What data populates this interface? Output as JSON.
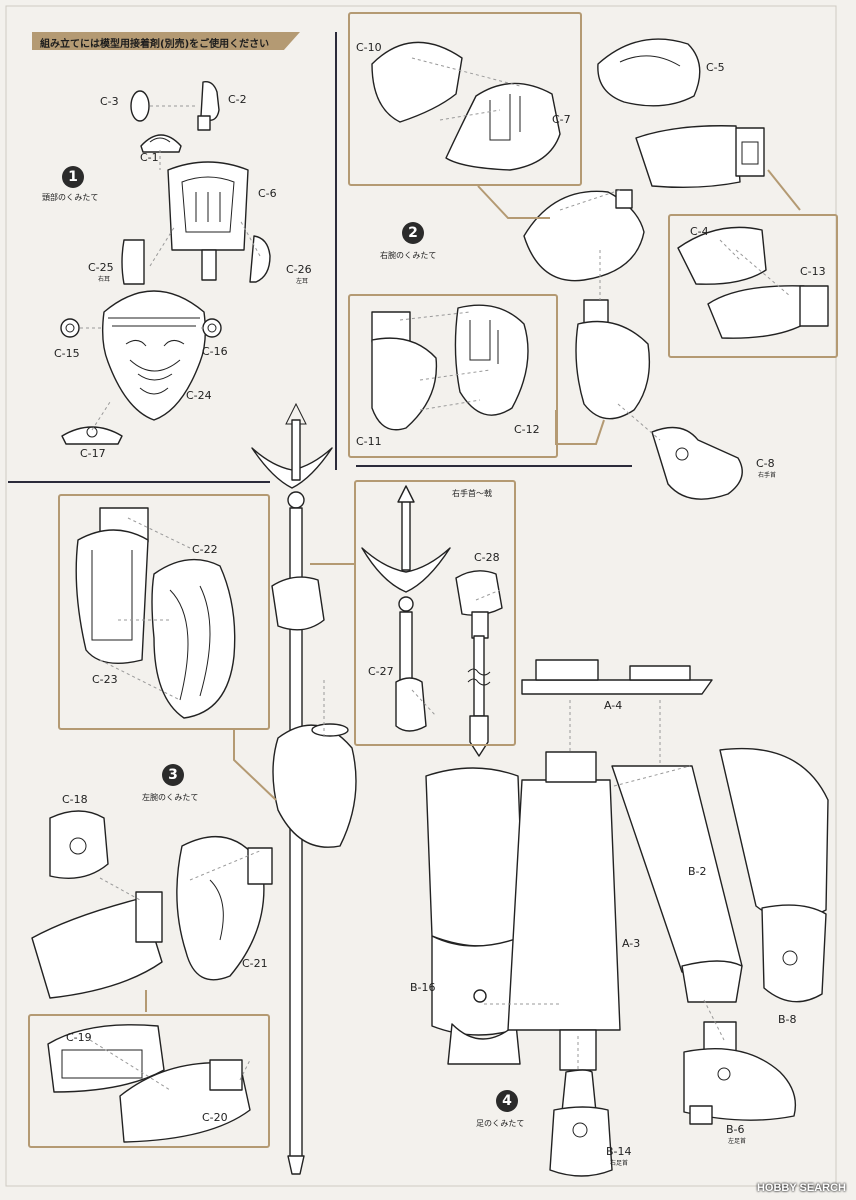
{
  "header": {
    "banner_text": "組み立てには模型用接着剤(別売)をご使用ください"
  },
  "steps": [
    {
      "number": "1",
      "title": "頭部のくみたて"
    },
    {
      "number": "2",
      "title": "右腕のくみたて"
    },
    {
      "number": "3",
      "title": "左腕のくみたて"
    },
    {
      "number": "4",
      "title": "足のくみたて"
    }
  ],
  "parts": {
    "c3": "C-3",
    "c2": "C-2",
    "c1": "C-1",
    "c6": "C-6",
    "c25": "C-25",
    "c25_sub": "右耳",
    "c26": "C-26",
    "c26_sub": "左耳",
    "c15": "C-15",
    "c16": "C-16",
    "c24": "C-24",
    "c17": "C-17",
    "c10": "C-10",
    "c7": "C-7",
    "c5": "C-5",
    "c4": "C-4",
    "c13": "C-13",
    "c11": "C-11",
    "c12": "C-12",
    "c8": "C-8",
    "c8_sub": "右手首",
    "c22": "C-22",
    "c23": "C-23",
    "c27": "C-27",
    "c28": "C-28",
    "c18": "C-18",
    "c21": "C-21",
    "c19": "C-19",
    "c20": "C-20",
    "a4": "A-4",
    "a3": "A-3",
    "b2": "B-2",
    "b16": "B-16",
    "b8": "B-8",
    "b6": "B-6",
    "b6_sub": "左足首",
    "b14": "B-14",
    "b14_sub": "右足首"
  },
  "notes": {
    "wrist_to_spear": "右手首～戟"
  },
  "watermark": "HOBBY SEARCH",
  "colors": {
    "accent": "#b49a73",
    "ink": "#222222",
    "paper": "#f3f1ed"
  }
}
